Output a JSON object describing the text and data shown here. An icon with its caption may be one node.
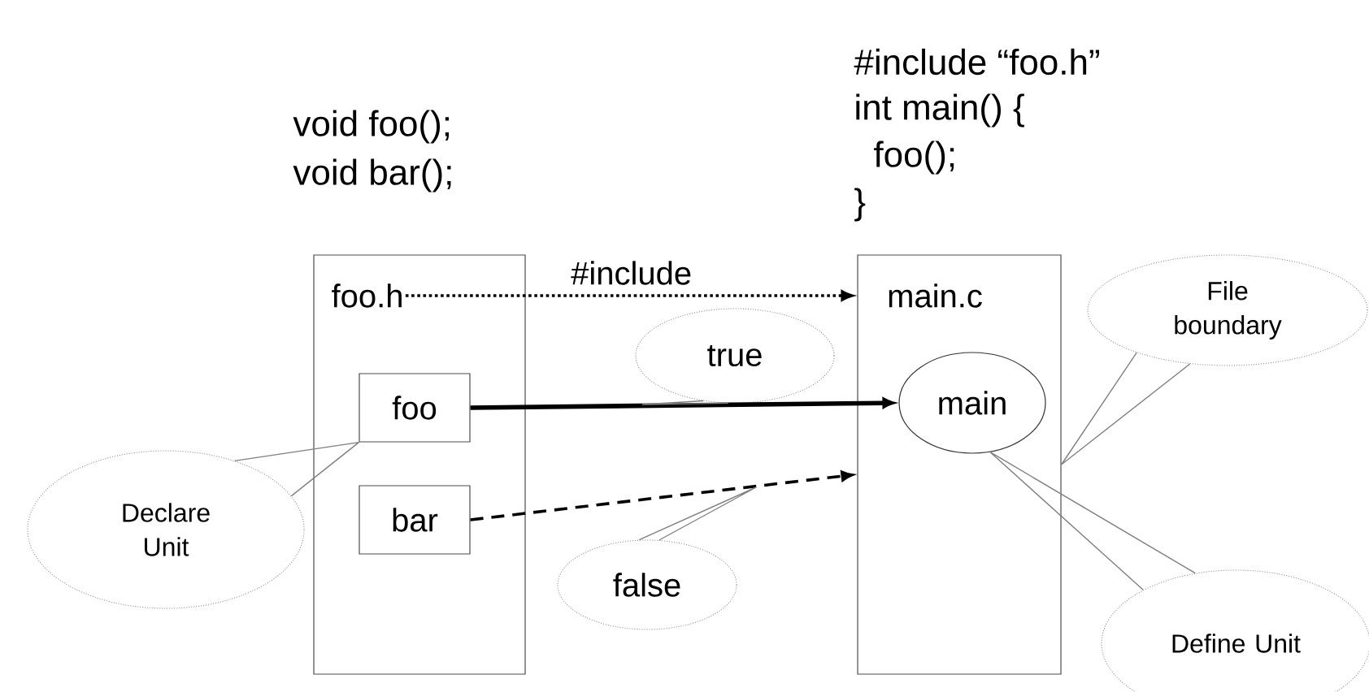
{
  "diagram": {
    "nodes": [
      {
        "text": [
          "foo.h"
        ]
      },
      {
        "text": [
          "foo"
        ],
        "in": 0
      },
      {
        "text": [
          "bar"
        ],
        "in": 0
      },
      {
        "text": [
          "main.c"
        ]
      },
      {
        "text": [
          "main"
        ],
        "in": 3
      },
      {
        "text": [
          "true"
        ]
      },
      {
        "text": [
          "false"
        ]
      },
      {
        "text": [
          "Declare Unit"
        ]
      },
      {
        "text": [
          "File boundary"
        ]
      },
      {
        "text": [
          "Define Unit"
        ]
      }
    ],
    "edges": [
      {
        "from": 0,
        "to": 3,
        "arrow": "to",
        "label": "#include",
        "style": "dashed",
        "color": "#000000"
      },
      {
        "from": 1,
        "to": 4,
        "arrow": "to",
        "style": "thick",
        "color": "#000000"
      },
      {
        "from": 2,
        "to": 3,
        "arrow": "to",
        "style": "dashed",
        "color": "#000000"
      },
      {
        "from": 5,
        "to": null,
        "arrow": "none"
      },
      {
        "from": 6,
        "to": null,
        "arrow": "none"
      },
      {
        "from": 7,
        "to": 1,
        "arrow": "none"
      },
      {
        "from": 8,
        "to": 3,
        "arrow": "none"
      },
      {
        "from": 9,
        "to": 4,
        "arrow": "none"
      }
    ],
    "labels": [
      "void foo();",
      "void bar();",
      "#include “foo.h”",
      "int main() {",
      "foo();",
      "}"
    ]
  }
}
